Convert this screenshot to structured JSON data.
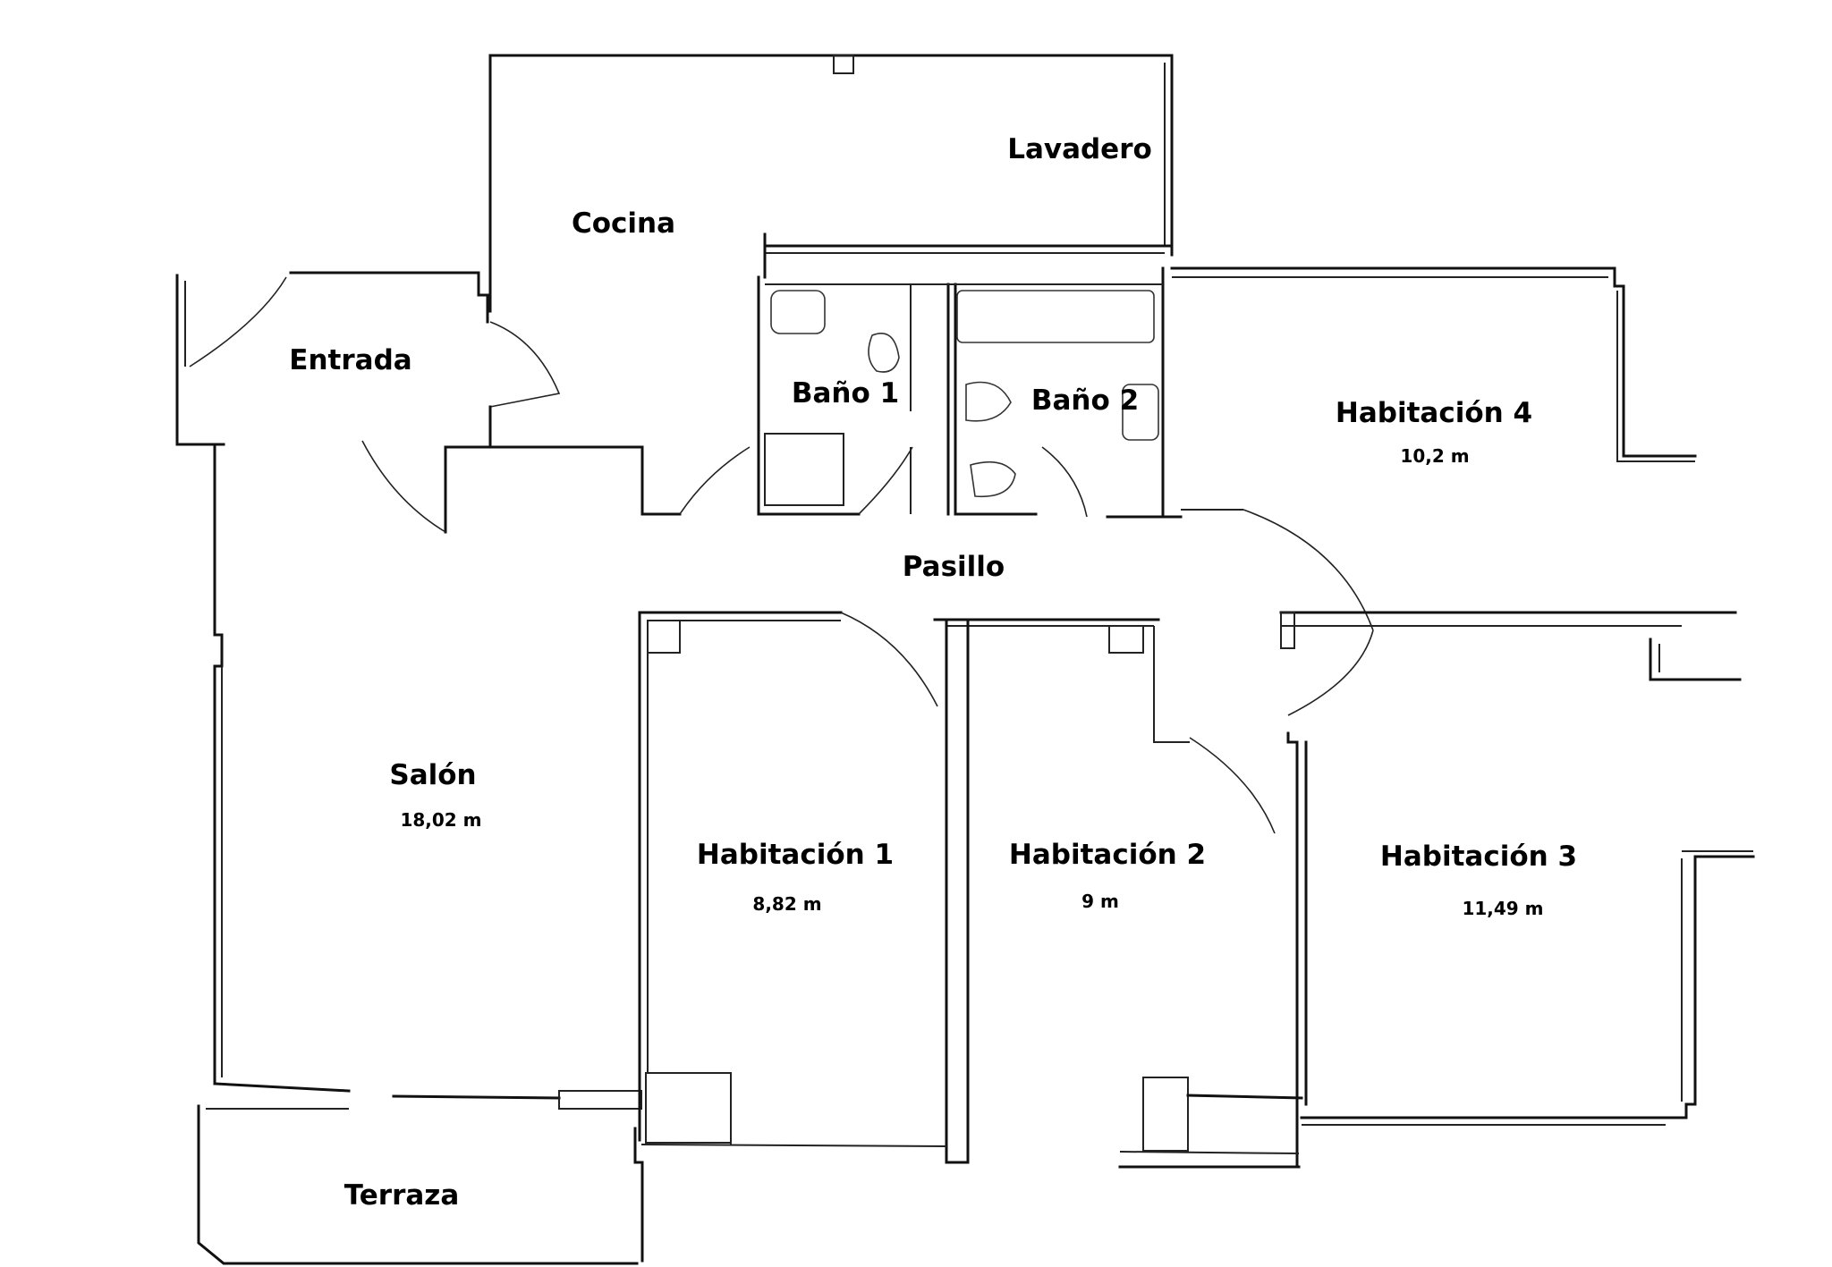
{
  "rooms": {
    "lavadero": {
      "name": "Lavadero"
    },
    "cocina": {
      "name": "Cocina"
    },
    "entrada": {
      "name": "Entrada"
    },
    "bano1": {
      "name": "Baño 1"
    },
    "bano2": {
      "name": "Baño 2"
    },
    "habitacion4": {
      "name": "Habitación  4",
      "area": "10,2 m"
    },
    "pasillo": {
      "name": "Pasillo"
    },
    "salon": {
      "name": "Salón",
      "area": "18,02 m"
    },
    "habitacion1": {
      "name": "Habitación 1",
      "area": "8,82 m"
    },
    "habitacion2": {
      "name": "Habitación 2",
      "area": "9 m"
    },
    "habitacion3": {
      "name": "Habitación 3",
      "area": "11,49 m"
    },
    "terraza": {
      "name": "Terraza"
    }
  },
  "colors": {
    "wall": "#111111",
    "background": "#ffffff"
  }
}
